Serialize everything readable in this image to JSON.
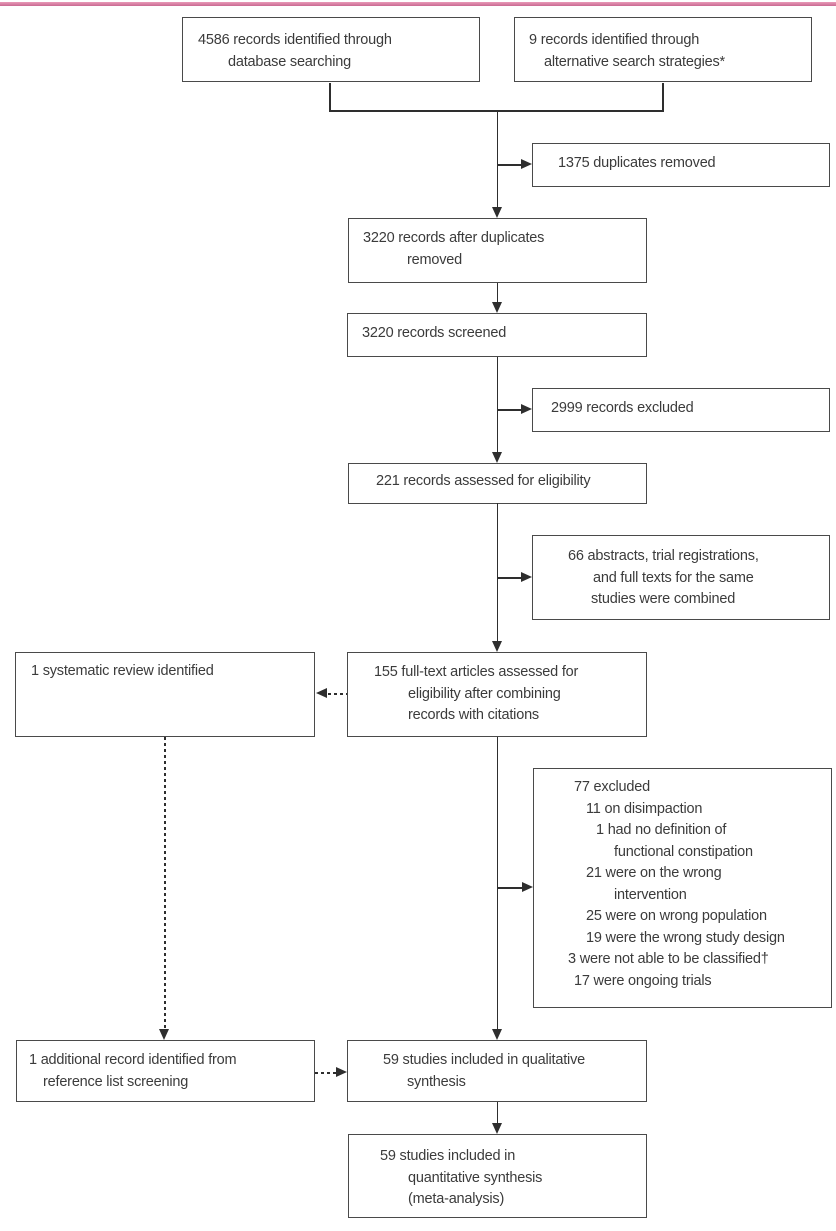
{
  "figure": {
    "kind": "study-selection-flow-diagram",
    "accent_color": "#cf6f96",
    "line_color": "#2e2e2e",
    "text_color": "#3b3b3b"
  },
  "boxes": {
    "db_records": {
      "lines": [
        "4586 records identified through",
        "database searching"
      ]
    },
    "alt_records": {
      "lines": [
        "9 records identified through",
        "alternative search strategies*"
      ]
    },
    "duplicates_removed": {
      "lines": [
        "1375 duplicates removed"
      ]
    },
    "after_duplicates": {
      "lines": [
        "3220 records after duplicates",
        "removed"
      ]
    },
    "screened": {
      "lines": [
        "3220 records screened"
      ]
    },
    "records_excluded": {
      "lines": [
        "2999 records excluded"
      ]
    },
    "assessed": {
      "lines": [
        "221 records assessed for eligibility"
      ]
    },
    "combined": {
      "lines": [
        "66 abstracts, trial registrations,",
        "and full texts for the same",
        "studies were combined"
      ]
    },
    "systematic_review": {
      "lines": [
        "1 systematic review identified"
      ]
    },
    "fulltext": {
      "lines": [
        "155 full-text articles assessed for",
        "eligibility after combining",
        "records with citations"
      ]
    },
    "excluded77": {
      "lines": [
        "77 excluded",
        "11 on disimpaction",
        "1 had no definition of",
        "functional constipation",
        "21 were on the wrong",
        "intervention",
        "25 were on wrong population",
        "19 were the wrong study design",
        "3 were not able to be classified†",
        "17 were ongoing trials"
      ]
    },
    "additional_record": {
      "lines": [
        "1 additional record identified from",
        "reference list screening"
      ]
    },
    "qualitative": {
      "lines": [
        "59 studies included in qualitative",
        "synthesis"
      ]
    },
    "quantitative": {
      "lines": [
        "59 studies included in",
        "quantitative synthesis",
        "(meta-analysis)"
      ]
    }
  }
}
